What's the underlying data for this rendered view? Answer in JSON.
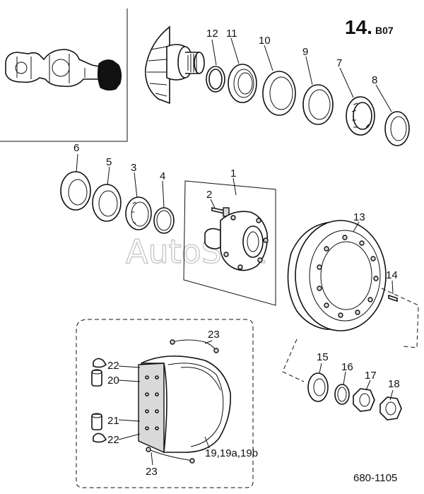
{
  "diagram": {
    "page_number": "14.",
    "page_section": "B07",
    "document_number": "680-1105",
    "watermark": "AutoSoft",
    "labels": {
      "p1": "1",
      "p2": "2",
      "p3": "3",
      "p4": "4",
      "p5": "5",
      "p6": "6",
      "p7": "7",
      "p8": "8",
      "p9": "9",
      "p10": "10",
      "p11": "11",
      "p12": "12",
      "p13": "13",
      "p14": "14",
      "p15": "15",
      "p16": "16",
      "p17": "17",
      "p18": "18",
      "p19": "19,19a,19b",
      "p20": "20",
      "p21": "21",
      "p22a": "22",
      "p22b": "22",
      "p23a": "23",
      "p23b": "23"
    }
  }
}
